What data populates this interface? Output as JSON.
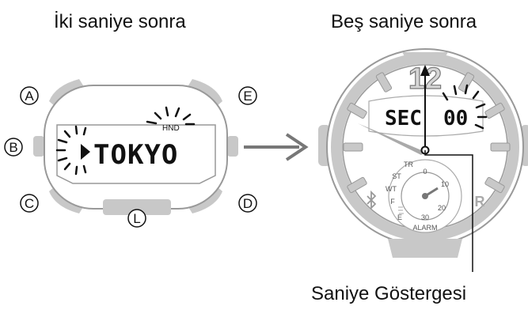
{
  "captions": {
    "left": "İki saniye sonra",
    "right": "Beş saniye sonra",
    "bottom": "Saniye Göstergesi"
  },
  "buttons": {
    "a": "A",
    "b": "B",
    "c": "C",
    "d": "D",
    "e": "E",
    "l": "L"
  },
  "left_watch": {
    "city": "TOKYO",
    "hand_label": "HND"
  },
  "right_watch": {
    "twelve": "12",
    "sec_label": "SEC",
    "sec_value": "00",
    "r_mark": "R",
    "mode_labels": [
      "TR",
      "ST",
      "WT",
      "F",
      "E"
    ],
    "subdial_numbers": [
      "0",
      "10",
      "20",
      "30"
    ],
    "alarm": "ALARM"
  },
  "colors": {
    "bezel": "#c8c8c8",
    "lines": "#999999",
    "ink": "#111111"
  }
}
